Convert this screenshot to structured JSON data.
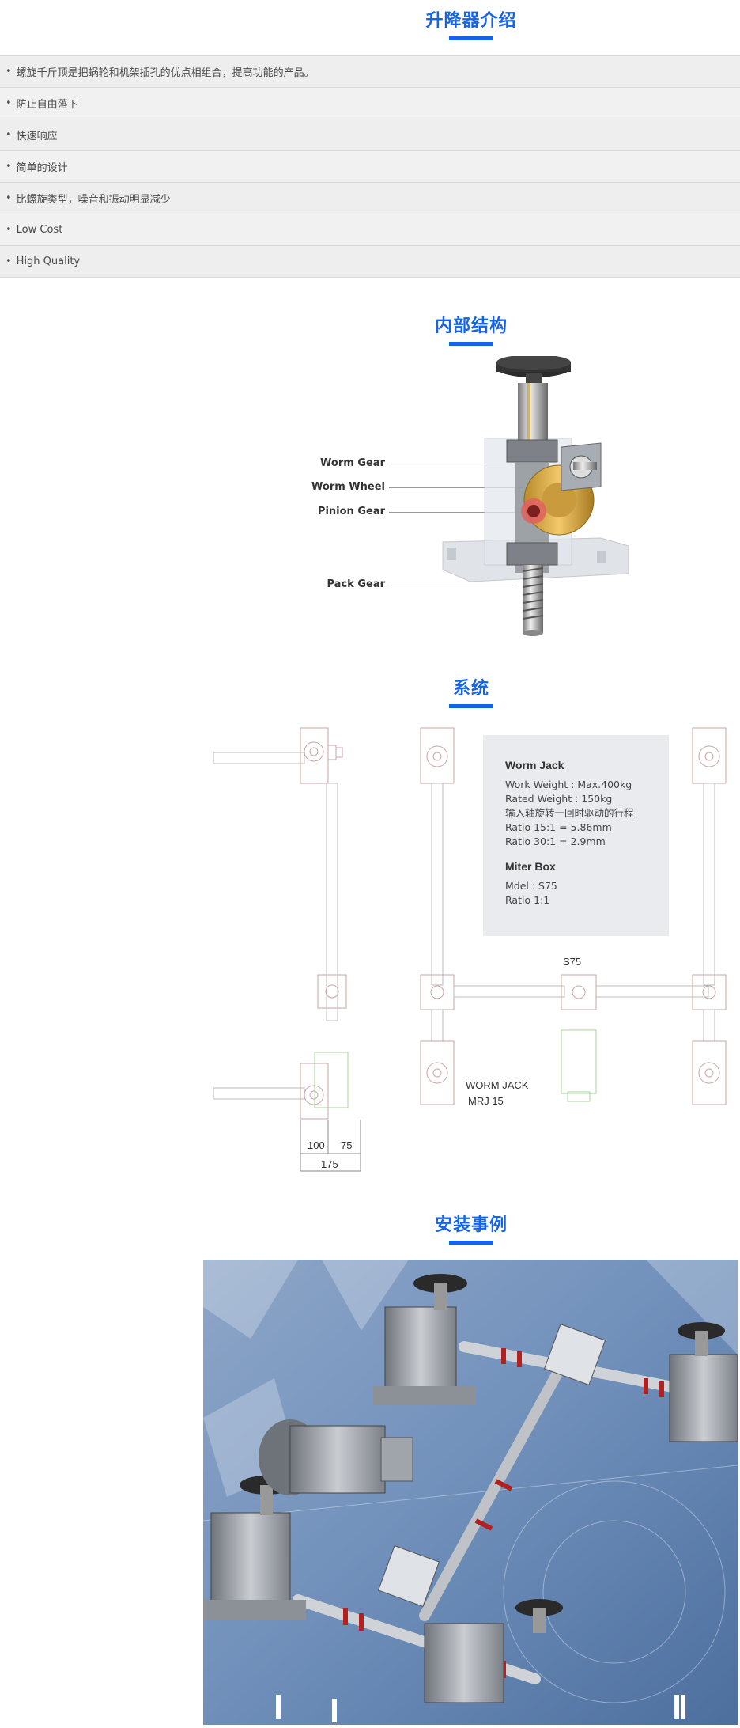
{
  "intro": {
    "title": "升降器介绍",
    "bullet": "•",
    "features": [
      "螺旋千斤顶是把蜗轮和机架插孔的优点相组合，提高功能的产品。",
      "防止自由落下",
      "快速响应",
      "简单的设计",
      "比螺旋类型，噪音和振动明显减少",
      "Low Cost",
      "High Quality"
    ]
  },
  "structure": {
    "title": "内部结构",
    "labels": {
      "worm_gear": "Worm Gear",
      "worm_wheel": "Worm Wheel",
      "pinion_gear": "Pinion Gear",
      "pack_gear": "Pack Gear"
    }
  },
  "system": {
    "title": "系统",
    "worm_jack_heading": "Worm Jack",
    "worm_jack_lines": [
      "Work Weight : Max.400kg",
      "Rated Weight : 150kg",
      "输入轴旋转一回时驱动的行程",
      "Ratio 15:1 = 5.86mm",
      "Ratio 30:1 = 2.9mm"
    ],
    "miter_box_heading": "Miter Box",
    "miter_box_lines": [
      "Mdel : S75",
      "Ratio 1:1"
    ],
    "drawing_labels": {
      "s75": "S75",
      "worm_jack": "WORM JACK",
      "mrj": "MRJ 15",
      "dim_100": "100",
      "dim_75": "75",
      "dim_175": "175"
    }
  },
  "install": {
    "title": "安装事例"
  },
  "colors": {
    "accent": "#1664e6",
    "list_bg": "#eeeeee",
    "info_box_bg": "#e9ebee"
  }
}
